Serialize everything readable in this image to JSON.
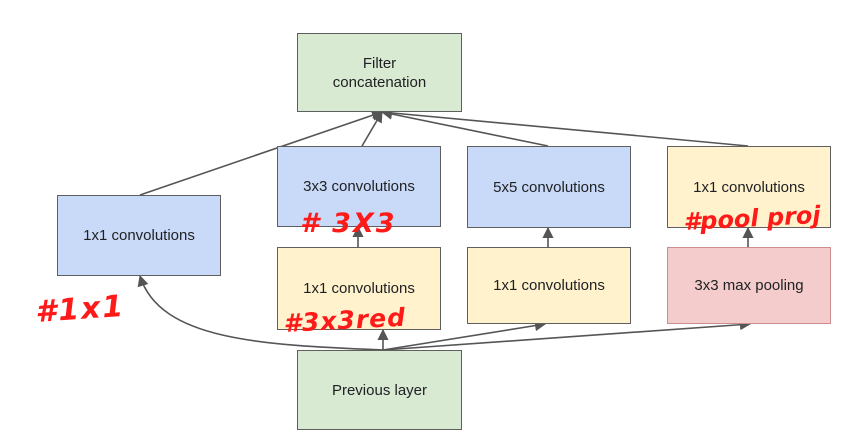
{
  "diagram": {
    "nodes": {
      "filter_concat": {
        "line1": "Filter",
        "line2": "concatenation"
      },
      "conv1x1_left": "1x1 convolutions",
      "conv3x3": "3x3 convolutions",
      "conv5x5": "5x5 convolutions",
      "conv1x1_pool_proj": "1x1 convolutions",
      "conv1x1_3x3_reduce": "1x1 convolutions",
      "conv1x1_5x5_reduce": "1x1 convolutions",
      "max_pool": "3x3 max pooling",
      "previous_layer": "Previous layer"
    },
    "handwritten_annotations": {
      "a_1x1": "#1x1",
      "a_3x3": "# 3X3",
      "a_3x3_reduce": "#3x3red",
      "a_pool_proj": "#pool proj"
    },
    "colors": {
      "green": "#d9ead3",
      "blue": "#c9daf8",
      "yellow": "#fff2cc",
      "red": "#f4cccc",
      "annotation": "#ff1a1a",
      "arrow": "#555555"
    }
  }
}
